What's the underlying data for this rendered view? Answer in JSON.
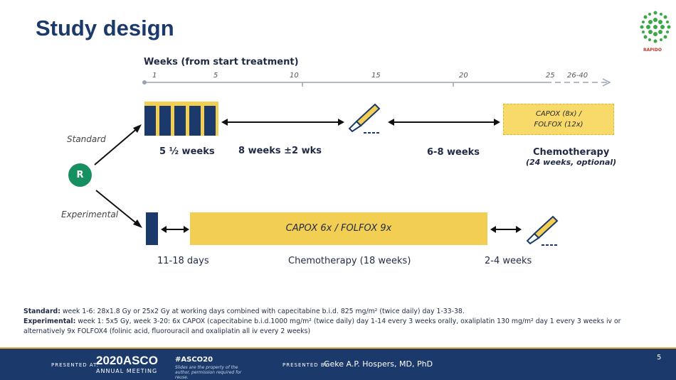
{
  "slide": {
    "title": "Study design",
    "page_number": "5"
  },
  "logo": {
    "text": "RAPIDO"
  },
  "timeline": {
    "title": "Weeks (from start treatment)",
    "ticks": [
      "1",
      "5",
      "10",
      "15",
      "20",
      "25",
      "26-40"
    ]
  },
  "randomization": {
    "label": "R"
  },
  "standard": {
    "arm_label": "Standard",
    "rt_label": "5 ½  weeks",
    "interval_label": "8 weeks ±2 wks",
    "post_surgery_label": "6-8 weeks",
    "chemo_box_line1": "CAPOX (8x) /",
    "chemo_box_line2": "FOLFOX (12x)",
    "chemo_label": "Chemotherapy",
    "chemo_sub": "(24 weeks, optional)"
  },
  "experimental": {
    "arm_label": "Experimental",
    "chemo_box": "CAPOX 6x / FOLFOX 9x",
    "rt_label": "11-18 days",
    "chemo_label": "Chemotherapy (18 weeks)",
    "surgery_label": "2-4 weeks"
  },
  "footnote": {
    "standard_head": "Standard:",
    "standard_text": " week 1-6: 28x1.8 Gy or 25x2 Gy at working days combined with capecitabine b.i.d. 825 mg/m² (twice daily) day 1-33-38.",
    "experimental_head": "Experimental:",
    "experimental_text": " week 1: 5x5 Gy, week 3-20: 6x CAPOX (capecitabine b.i.d.1000 mg/m² (twice daily) day 1-14 every 3 weeks orally, oxaliplatin 130 mg/m² day 1 every 3 weeks iv or alternatively 9x FOLFOX4 (folinic acid, fluorouracil and oxaliplatin all iv every 2 weeks)"
  },
  "footer": {
    "presented_at": "PRESENTED AT:",
    "asco_year": "2020ASCO",
    "annual_meeting": "ANNUAL MEETING",
    "hashtag": "#ASCO20",
    "note": "Slides are the property of the author, permission required for reuse.",
    "presented_by": "PRESENTED BY:",
    "presenter": "Geke A.P. Hospers, MD, PhD"
  },
  "colors": {
    "navy": "#1b3a6b",
    "yellow": "#f2cf52",
    "green": "#169061",
    "accent_orange": "#e8a33b"
  }
}
